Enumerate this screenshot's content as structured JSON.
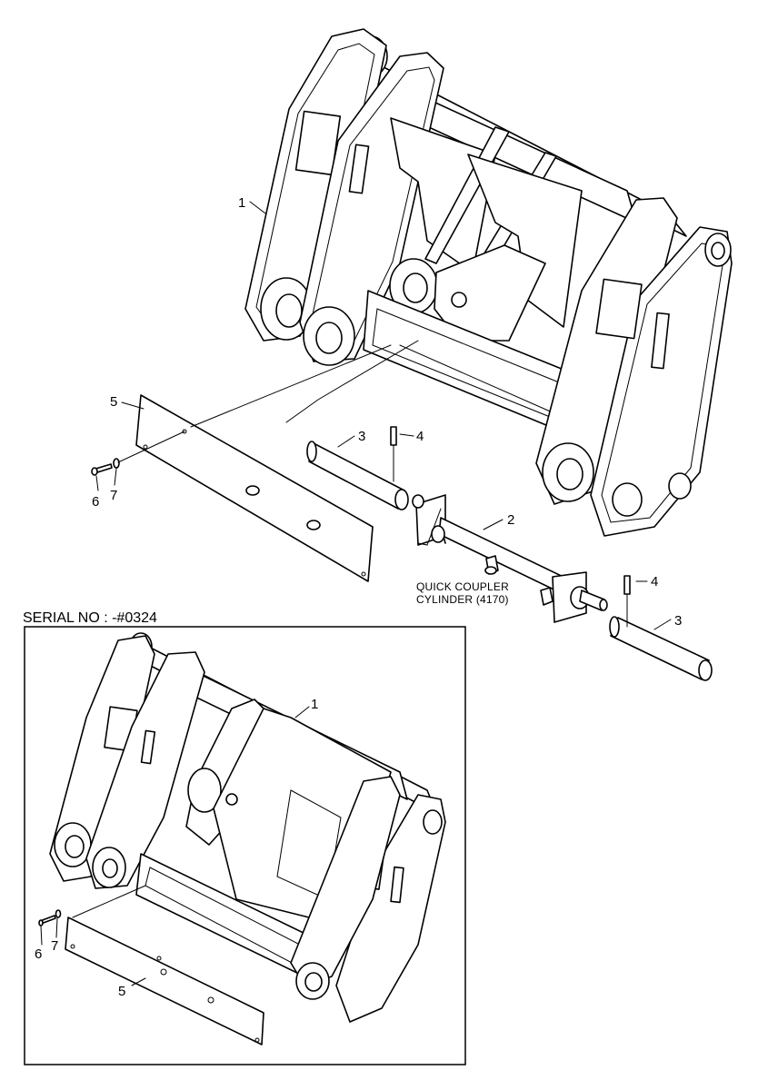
{
  "callouts": {
    "main": {
      "c1": "1",
      "c2": "2",
      "c3a": "3",
      "c3b": "3",
      "c4a": "4",
      "c4b": "4",
      "c5": "5",
      "c6": "6",
      "c7": "7"
    },
    "inset": {
      "c1": "1",
      "c5": "5",
      "c6": "6",
      "c7": "7"
    }
  },
  "cylinder_note": {
    "line1": "QUICK COUPLER",
    "line2": "CYLINDER (4170)"
  },
  "serial_label": "SERIAL NO : -#0324"
}
